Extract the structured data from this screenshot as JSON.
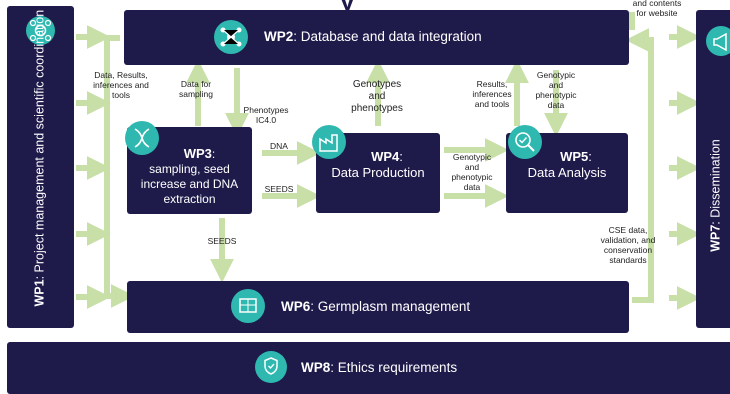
{
  "colors": {
    "box": "#1e1b4b",
    "arrow": "#c8e0a8",
    "icon": "#2eb8b0",
    "text": "#222222"
  },
  "title_fragment": "y",
  "wp1": {
    "code": "WP1",
    "label": ": Project management and scientific coordination",
    "icon": "network-gears-icon"
  },
  "wp2": {
    "code": "WP2",
    "label": ": Database and data integration",
    "icon": "molecule-network-icon"
  },
  "wp3": {
    "code": "WP3",
    "label": ":",
    "line2": "sampling, seed",
    "line3": "increase and DNA",
    "line4": "extraction",
    "icon": "dna-icon"
  },
  "wp4": {
    "code": "WP4",
    "label": ":",
    "line2": "Data Production",
    "icon": "factory-icon"
  },
  "wp5": {
    "code": "WP5",
    "label": ":",
    "line2": "Data Analysis",
    "icon": "magnifier-check-icon"
  },
  "wp6": {
    "code": "WP6",
    "label": ": Germplasm management",
    "icon": "globe-map-icon"
  },
  "wp7": {
    "code": "WP7",
    "label": ": Dissemination",
    "icon": "megaphone-icon"
  },
  "wp8": {
    "code": "WP8",
    "label": ": Ethics requirements",
    "icon": "hands-shield-icon"
  },
  "labels": {
    "top_right_1": "and contents",
    "top_right_2": "for website",
    "data_results_1": "Data, Results,",
    "data_results_2": "inferences and",
    "data_results_3": "tools",
    "data_for_1": "Data for",
    "data_for_2": "sampling",
    "phenotypes_1": "Phenotypes",
    "phenotypes_2": "IC4.0",
    "genotypes_1": "Genotypes",
    "genotypes_2": "and",
    "genotypes_3": "phenotypes",
    "results_1": "Results,",
    "results_2": "inferences",
    "results_3": "and tools",
    "genpheno_1": "Genotypic",
    "genpheno_2": "and",
    "genpheno_3": "phenotypic",
    "genpheno_4": "data",
    "dna": "DNA",
    "seeds_1": "SEEDS",
    "genpheno45_1": "Genotypic",
    "genpheno45_2": "and",
    "genpheno45_3": "phenotypic",
    "genpheno45_4": "data",
    "seeds_2": "SEEDS",
    "cse_1": "CSE data,",
    "cse_2": "validation, and",
    "cse_3": "conservation",
    "cse_4": "standards"
  }
}
